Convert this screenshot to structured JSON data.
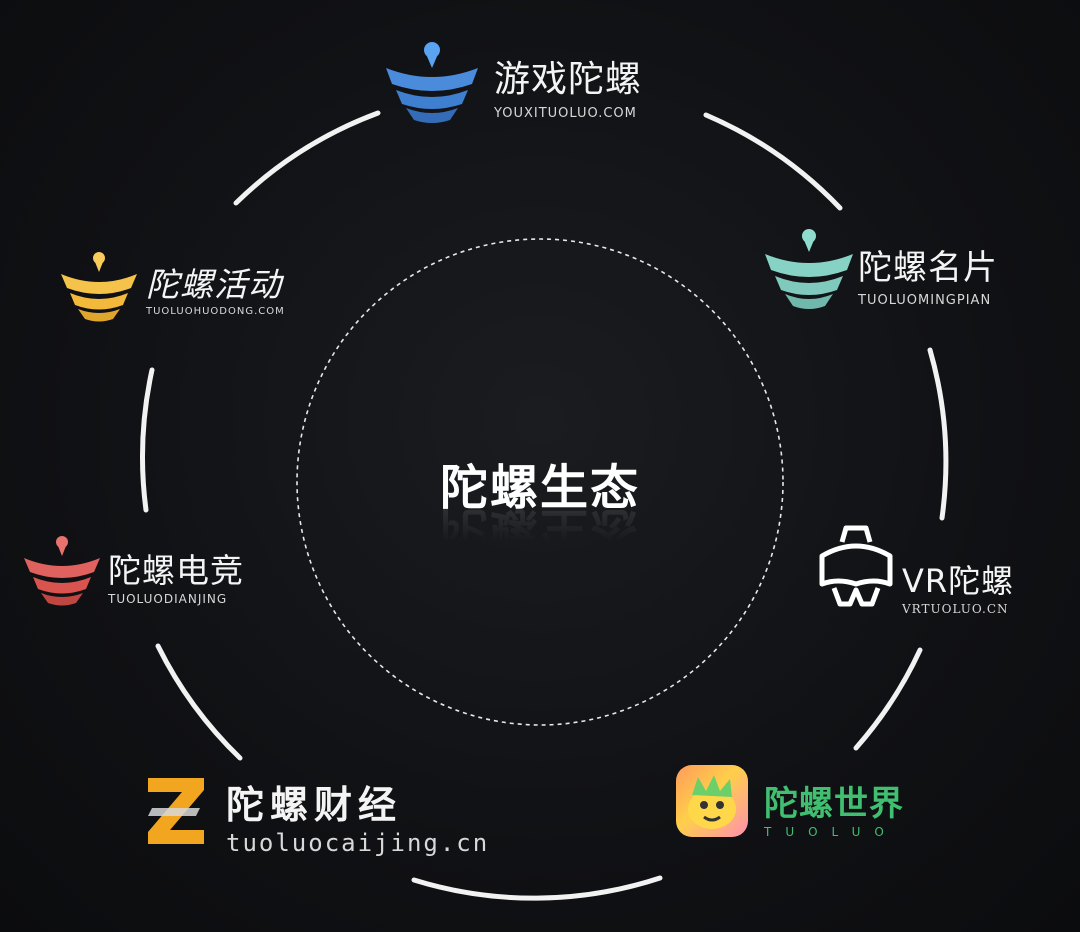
{
  "center": {
    "title": "陀螺生态"
  },
  "nodes": {
    "youxi": {
      "title": "游戏陀螺",
      "sub": "YOUXITUOLUO.COM",
      "color": "#3f7fd0"
    },
    "mingpian": {
      "title": "陀螺名片",
      "sub": "TUOLUOMINGPIAN",
      "color": "#7fc9bd"
    },
    "huodong": {
      "title": "陀螺活动",
      "sub": "TUOLUOHUODONG.COM",
      "color": "#f2b93b"
    },
    "dianjing": {
      "title": "陀螺电竞",
      "sub": "TUOLUODIANJING",
      "color": "#d9534f"
    },
    "vr": {
      "title": "陀螺",
      "prefix": "VR",
      "sub": "VRTUOLUO.CN",
      "color": "#ffffff"
    },
    "caijing": {
      "title": "陀螺财经",
      "sub": "tuoluocaijing.cn",
      "badge": "Z",
      "color": "#f2a51e"
    },
    "shijie": {
      "title": "陀螺世界",
      "sub": "TUOLUO",
      "color": "#3fbf6f"
    }
  }
}
